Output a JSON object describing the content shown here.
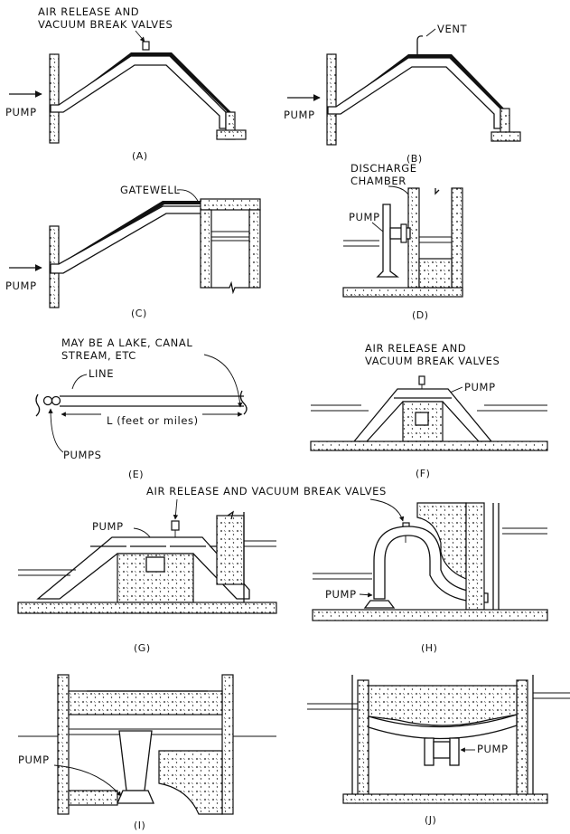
{
  "panels": {
    "a": {
      "caption": "(A)",
      "valve_label_1": "AIR RELEASE AND",
      "valve_label_2": "VACUUM BREAK VALVES",
      "pump_label": "PUMP"
    },
    "b": {
      "caption": "(B)",
      "vent_label": "VENT",
      "pump_label": "PUMP"
    },
    "c": {
      "caption": "(C)",
      "gatewell_label": "GATEWELL",
      "pump_label": "PUMP"
    },
    "d": {
      "caption": "(D)",
      "chamber_label_1": "DISCHARGE",
      "chamber_label_2": "CHAMBER",
      "pump_label": "PUMP"
    },
    "e": {
      "caption": "(E)",
      "lake_label_1": "MAY BE A LAKE, CANAL",
      "lake_label_2": "STREAM, ETC",
      "line_label": "LINE",
      "length_label": "L (feet or miles)",
      "pumps_label": "PUMPS"
    },
    "f": {
      "caption": "(F)",
      "valve_label_1": "AIR RELEASE AND",
      "valve_label_2": "VACUUM BREAK VALVES",
      "pump_label": "PUMP"
    },
    "g": {
      "caption": "(G)",
      "pump_label": "PUMP"
    },
    "gh": {
      "valve_label": "AIR RELEASE AND VACUUM BREAK VALVES"
    },
    "h": {
      "caption": "(H)",
      "pump_label": "PUMP"
    },
    "i": {
      "caption": "(I)",
      "pump_label": "PUMP"
    },
    "j": {
      "caption": "(J)",
      "pump_label": "PUMP"
    }
  },
  "colors": {
    "ink": "#111111",
    "background": "#ffffff"
  }
}
